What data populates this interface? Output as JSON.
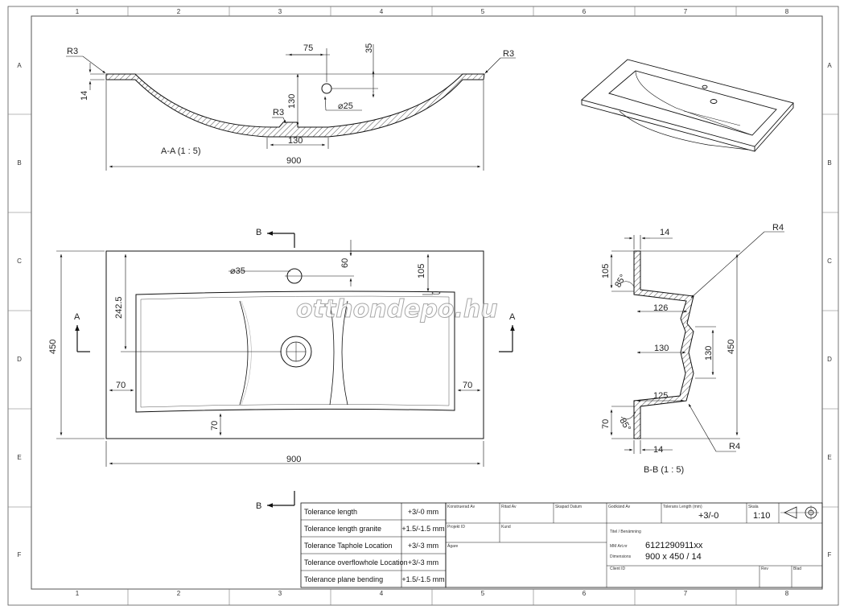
{
  "grid": {
    "columns": [
      "1",
      "2",
      "3",
      "4",
      "5",
      "6",
      "7",
      "8"
    ],
    "rows": [
      "A",
      "B",
      "C",
      "D",
      "E",
      "F"
    ]
  },
  "section_aa": {
    "label": "A-A  (1 : 5)",
    "dims": {
      "r_left": "R3",
      "r_right": "R3",
      "r_bottom": "R3",
      "thickness": "14",
      "hole_offset": "75",
      "hole_depth": "35",
      "hole_dia": "⌀25",
      "depth": "130",
      "bottom_width": "130",
      "width": "900"
    }
  },
  "plan": {
    "dims": {
      "tap_dia": "⌀35",
      "tap_y": "60",
      "edge_y": "105",
      "center_y": "242.5",
      "depth": "450",
      "side_left": "70",
      "side_right": "70",
      "bottom": "70",
      "width": "900"
    },
    "section_marks": {
      "b_top": "B",
      "b_bottom": "B",
      "a_left": "A",
      "a_right": "A"
    }
  },
  "section_bb": {
    "label": "B-B  (1 : 5)",
    "dims": {
      "top_thk": "14",
      "top_h": "105",
      "angle_top": "85°",
      "w1": "126",
      "w2": "130",
      "inner_h": "130",
      "total_h": "450",
      "w3": "125",
      "angle_bottom": "85°",
      "bottom_h": "70",
      "bot_thk": "14",
      "r_top": "R4",
      "r_bottom": "R4"
    }
  },
  "watermark": "otthondepo.hu",
  "tolerances": [
    {
      "label": "Tolerance length",
      "value": "+3/-0 mm"
    },
    {
      "label": "Tolerance length granite",
      "value": "+1.5/-1.5 mm"
    },
    {
      "label": "Tolerance Taphole Location",
      "value": "+3/-3 mm"
    },
    {
      "label": "Tolerance overflowhole Location",
      "value": "+3/-3 mm"
    },
    {
      "label": "Tolerance plane bending",
      "value": "+1.5/-1.5 mm"
    }
  ],
  "title_block": {
    "konstruerad": "Konstruerad Av",
    "ritad": "Ritad Av",
    "skapad": "Skapad Datum",
    "godkand": "Godkänd Av",
    "tol_header": "Tolerans Length (mm)",
    "tol_value": "+3/-0",
    "scale_header": "Skala",
    "scale_value": "1:10",
    "project_id": "Projekt ID",
    "kund": "Kund",
    "agare": "Ägare",
    "titel": "Titel / Benämning",
    "art_label": "MM Art.nr",
    "art_value": "6121290911xx",
    "dim_label": "Dimensions",
    "dim_value": "900 x  450 / 14",
    "client_id": "Client ID",
    "rev": "Rev",
    "blad": "Blad"
  }
}
